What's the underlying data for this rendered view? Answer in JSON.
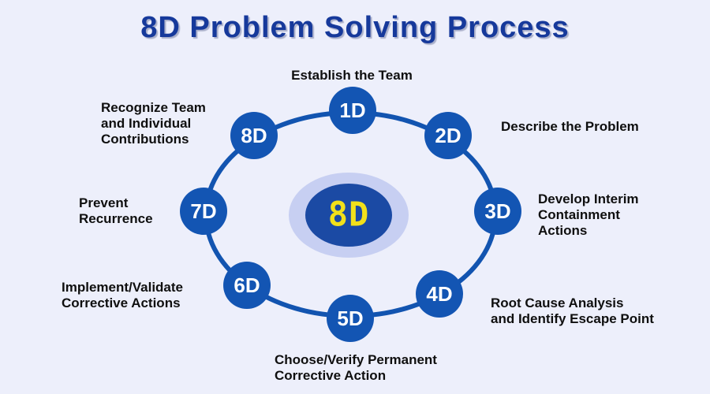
{
  "title": "8D Problem Solving Process",
  "center": {
    "label": "8D"
  },
  "colors": {
    "background": "#edeffb",
    "title_blue": "#16399b",
    "node_blue": "#1355b3",
    "ring_blue": "#1254b0",
    "center_inner_blue": "#1b4aa4",
    "center_halo": "#c7cff2",
    "center_text_yellow": "#f2e01a",
    "node_text": "#ffffff",
    "label_text": "#0f0f0f"
  },
  "nodes": [
    {
      "id": "1D",
      "label": "Establish the Team"
    },
    {
      "id": "2D",
      "label": "Describe the Problem"
    },
    {
      "id": "3D",
      "label": "Develop Interim\nContainment\nActions"
    },
    {
      "id": "4D",
      "label": "Root Cause Analysis\nand Identify Escape Point"
    },
    {
      "id": "5D",
      "label": "Choose/Verify Permanent\nCorrective Action"
    },
    {
      "id": "6D",
      "label": "Implement/Validate\nCorrective Actions"
    },
    {
      "id": "7D",
      "label": "Prevent\nRecurrence"
    },
    {
      "id": "8D",
      "label": "Recognize Team\nand Individual\nContributions"
    }
  ]
}
